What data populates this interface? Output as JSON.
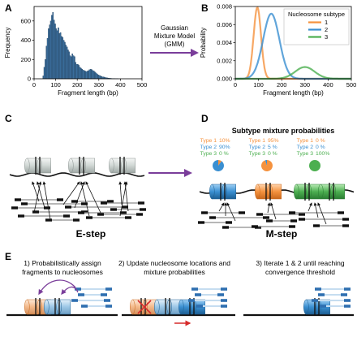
{
  "panels": {
    "A": "A",
    "B": "B",
    "C": "C",
    "D": "D",
    "E": "E"
  },
  "gmm_label": [
    "Gaussian",
    "Mixture Model",
    "(GMM)"
  ],
  "colors": {
    "type1": "#f5923e",
    "type2": "#3a8fd1",
    "type3": "#4caf50",
    "hist_bar": "#3b6f9e",
    "arrow": "#7a3d9a",
    "cross": "#d62b2b"
  },
  "chart_data": [
    {
      "type": "bar",
      "panel": "A",
      "xlabel": "Fragment length (bp)",
      "ylabel": "Frequency",
      "xlim": [
        0,
        500
      ],
      "ylim": [
        0,
        750
      ],
      "xticks": [
        0,
        100,
        200,
        300,
        400,
        500
      ],
      "yticks": [
        0,
        200,
        400,
        600
      ],
      "bin_width": 5,
      "bin_start": 40,
      "values": [
        30,
        120,
        200,
        340,
        420,
        520,
        560,
        600,
        660,
        690,
        610,
        570,
        520,
        500,
        530,
        470,
        480,
        440,
        430,
        400,
        380,
        350,
        330,
        300,
        280,
        240,
        230,
        260,
        240,
        230,
        170,
        150,
        150,
        140,
        120,
        110,
        100,
        90,
        85,
        80,
        75,
        80,
        85,
        95,
        100,
        95,
        85,
        80,
        70,
        60,
        50,
        40,
        35,
        30,
        25,
        20,
        20,
        15,
        12,
        10,
        8,
        6,
        5,
        4,
        3,
        2,
        2,
        1,
        1,
        1,
        0,
        0
      ]
    },
    {
      "type": "line",
      "panel": "B",
      "xlabel": "Fragment length (bp)",
      "ylabel": "Probability",
      "xlim": [
        0,
        500
      ],
      "ylim": [
        0,
        0.008
      ],
      "xticks": [
        0,
        100,
        200,
        300,
        400,
        500
      ],
      "yticks": [
        0,
        0.002,
        0.004,
        0.006,
        0.008
      ],
      "ytick_labels": [
        "0.000",
        "0.002",
        "0.004",
        "0.006",
        "0.008"
      ],
      "legend_title": "Nucleosome subtype",
      "legend_position": "top-right",
      "series": [
        {
          "name": "1",
          "mean": 95,
          "sd": 16,
          "peak": 0.0079
        },
        {
          "name": "2",
          "mean": 155,
          "sd": 35,
          "peak": 0.0072
        },
        {
          "name": "3",
          "mean": 300,
          "sd": 42,
          "peak": 0.0013
        }
      ]
    }
  ],
  "c_label": "E-step",
  "d_label": "M-step",
  "d_title": "Subtype mixture probabilities",
  "d_groups": [
    {
      "lines": [
        [
          "Type 1",
          "10%"
        ],
        [
          "Type 2",
          "90%"
        ],
        [
          "Type 3",
          "0 %"
        ]
      ],
      "pie": [
        0.1,
        0.9,
        0.0
      ]
    },
    {
      "lines": [
        [
          "Type 1",
          "95%"
        ],
        [
          "Type 2",
          "5 %"
        ],
        [
          "Type 3",
          "0 %"
        ]
      ],
      "pie": [
        0.95,
        0.05,
        0.0
      ]
    },
    {
      "lines": [
        [
          "Type 1",
          "0 %"
        ],
        [
          "Type 2",
          "0 %"
        ],
        [
          "Type 3",
          "100%"
        ]
      ],
      "pie": [
        0.0,
        0.0,
        1.0
      ]
    }
  ],
  "steps": [
    {
      "num": "1)",
      "lines": [
        "Probabilistically assign",
        "fragments to nucleosomes"
      ]
    },
    {
      "num": "2)",
      "lines": [
        "Update nucleosome locations and",
        "mixture probabilities"
      ]
    },
    {
      "num": "3)",
      "lines": [
        "Iterate 1 & 2 until reaching",
        "convergence threshold"
      ]
    }
  ]
}
